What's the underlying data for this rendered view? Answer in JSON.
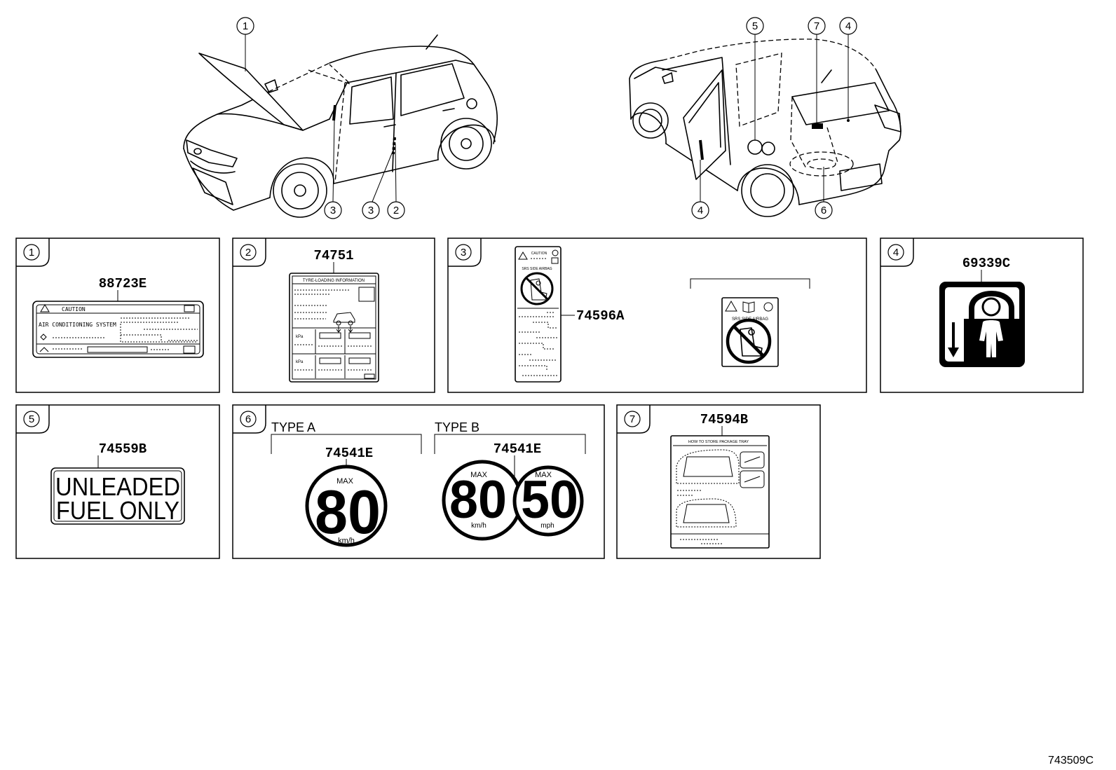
{
  "figure_id": "743509C",
  "callouts": {
    "front_view": [
      "1",
      "3",
      "3",
      "2"
    ],
    "rear_view": [
      "5",
      "7",
      "4",
      "4",
      "6"
    ]
  },
  "panels": [
    {
      "number": "1",
      "part_number": "88723E",
      "label": {
        "heading": "CAUTION",
        "text": "AIR CONDITIONING SYSTEM"
      }
    },
    {
      "number": "2",
      "part_number": "74751",
      "label": {
        "heading": "TYRE-LOADING INFORMATION",
        "unit": "kPa"
      }
    },
    {
      "number": "3",
      "part_number": "74596A",
      "label": {
        "heading": "CAUTION",
        "text": "SRS SIDE AIRBAG"
      }
    },
    {
      "number": "4",
      "part_number": "69339C",
      "icon": "child-lock-icon"
    },
    {
      "number": "5",
      "part_number": "74559B",
      "label": {
        "line1": "UNLEADED",
        "line2": "FUEL ONLY"
      }
    },
    {
      "number": "6",
      "types": [
        {
          "name": "TYPE A",
          "part_number": "74541E",
          "signs": [
            {
              "top": "MAX",
              "value": "80",
              "unit": "km/h"
            }
          ]
        },
        {
          "name": "TYPE B",
          "part_number": "74541E",
          "signs": [
            {
              "top": "MAX",
              "value": "80",
              "unit": "km/h"
            },
            {
              "top": "MAX",
              "value": "50",
              "unit": "mph"
            }
          ]
        }
      ]
    },
    {
      "number": "7",
      "part_number": "74594B",
      "label": {
        "heading": "HOW TO STORE PACKAGE TRAY"
      }
    }
  ]
}
